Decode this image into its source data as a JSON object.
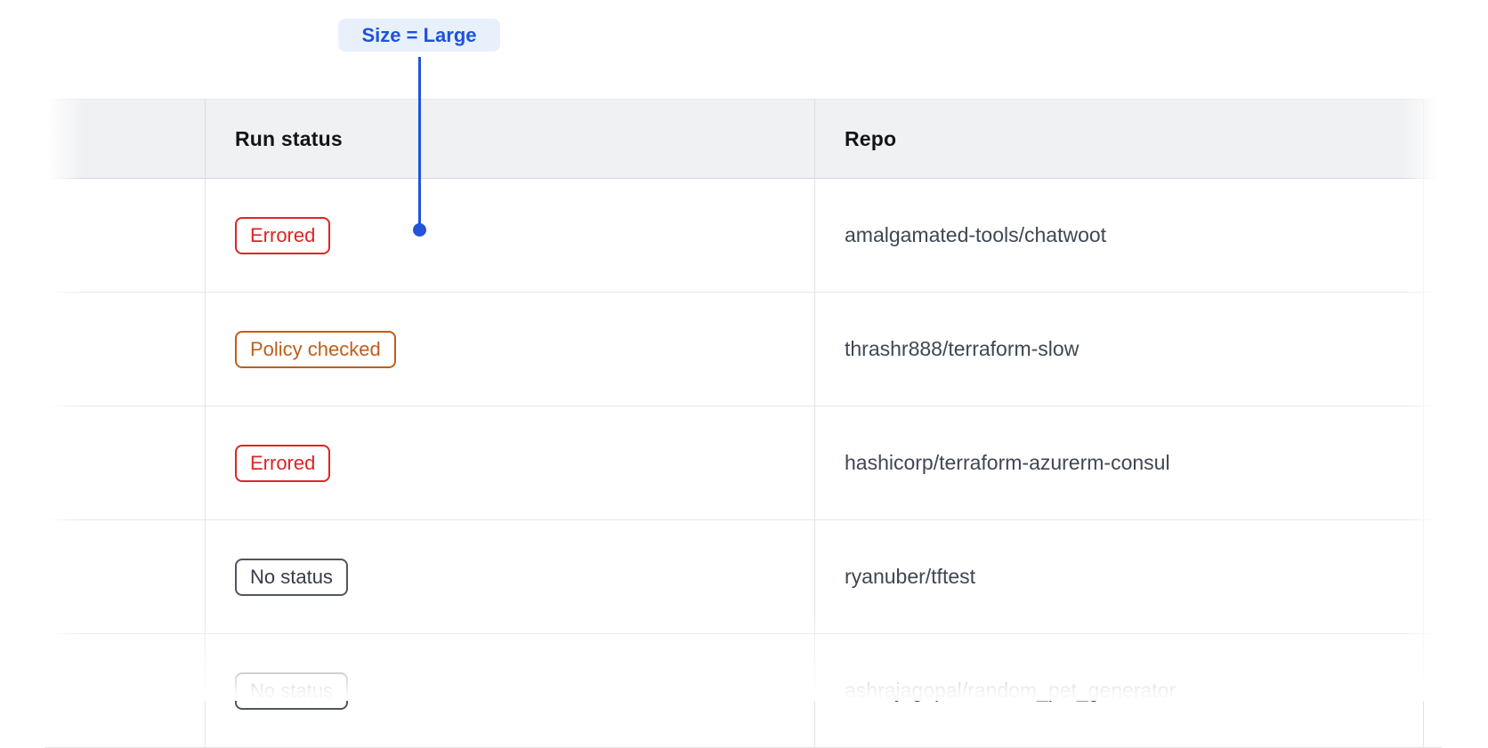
{
  "annotation": {
    "label": "Size = Large",
    "text_color": "#1d53d8",
    "pill_bg": "#e8f0fc",
    "line_color": "#2154da"
  },
  "table": {
    "headers": {
      "run_status": "Run status",
      "repo": "Repo"
    },
    "rows": [
      {
        "status": "Errored",
        "variant": "error",
        "repo": "amalgamated-tools/chatwoot"
      },
      {
        "status": "Policy checked",
        "variant": "warning",
        "repo": "thrashr888/terraform-slow"
      },
      {
        "status": "Errored",
        "variant": "error",
        "repo": "hashicorp/terraform-azurerm-consul"
      },
      {
        "status": "No status",
        "variant": "neutral",
        "repo": "ryanuber/tftest"
      },
      {
        "status": "No status",
        "variant": "neutral",
        "repo": "ashrajagopal/random_pet_generator"
      }
    ],
    "badge_colors": {
      "error": {
        "text": "#e02424",
        "border": "#e02424"
      },
      "warning": {
        "text": "#bf5e18",
        "border": "#bf5e18"
      },
      "neutral": {
        "text": "#363c47",
        "border": "#50565f"
      }
    },
    "header_bg": "#f0f1f3",
    "repo_text_color": "#3f4751"
  }
}
